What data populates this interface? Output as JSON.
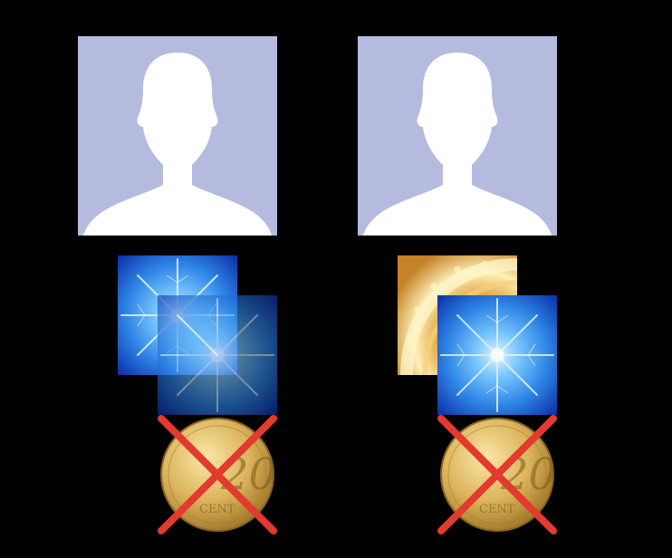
{
  "colors": {
    "background": "#000000",
    "avatar_bg": "#b4bbde",
    "avatar_silhouette": "#ffffff",
    "blue_fractal": "#1a6fd8",
    "gold_fractal": "#c58a2a",
    "coin_gold": "#d9b25a",
    "cross_red": "#e23a2e"
  },
  "coin": {
    "denomination": "20",
    "word": "CENT"
  },
  "icons": [
    "person-silhouette-icon",
    "blue-fractal-tile",
    "gold-fractal-tile",
    "crossed-coin-icon"
  ]
}
